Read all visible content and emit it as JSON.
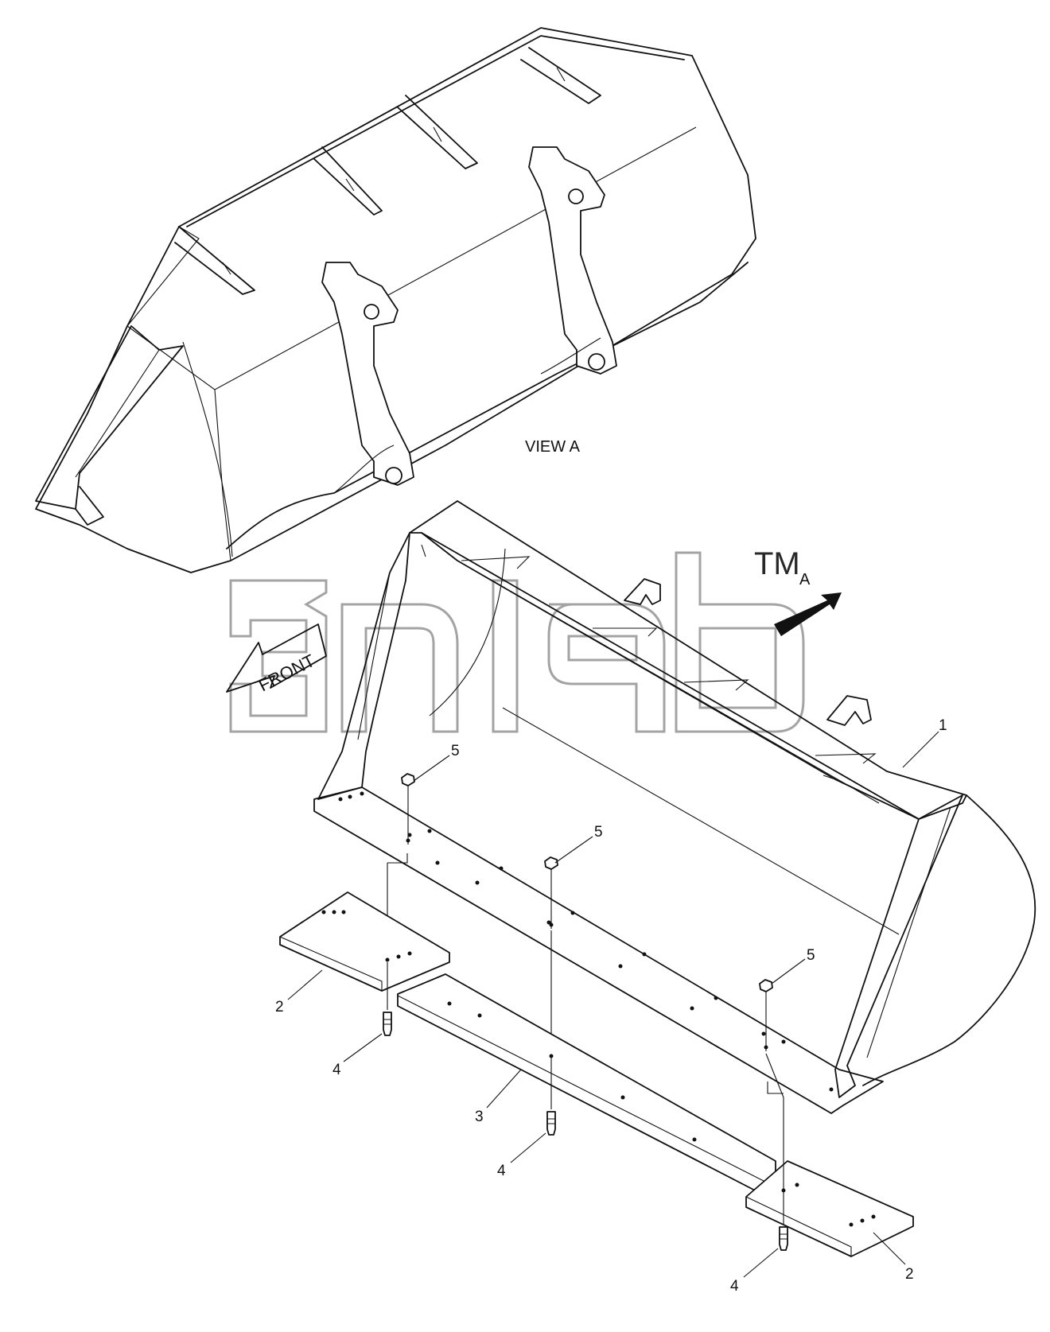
{
  "view_label": "VIEW   A",
  "view_arrow_letter": "A",
  "front_label": "FRONT",
  "watermark": {
    "text": "TM"
  },
  "callouts": [
    {
      "id": "c1",
      "text": "1"
    },
    {
      "id": "c2a",
      "text": "2"
    },
    {
      "id": "c2b",
      "text": "2"
    },
    {
      "id": "c3",
      "text": "3"
    },
    {
      "id": "c4a",
      "text": "4"
    },
    {
      "id": "c4b",
      "text": "4"
    },
    {
      "id": "c4c",
      "text": "4"
    },
    {
      "id": "c5a",
      "text": "5"
    },
    {
      "id": "c5b",
      "text": "5"
    },
    {
      "id": "c5c",
      "text": "5"
    }
  ]
}
